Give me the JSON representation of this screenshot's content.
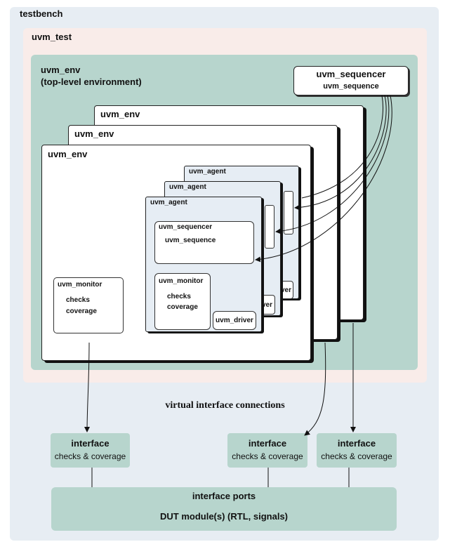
{
  "testbench": {
    "label": "testbench"
  },
  "uvm_test": {
    "label": "uvm_test"
  },
  "top_env": {
    "title": "uvm_env",
    "subtitle": "(top-level environment)"
  },
  "top_sequencer": {
    "title": "uvm_sequencer",
    "sequence": "uvm_sequence"
  },
  "envs": {
    "back": "uvm_env",
    "middle": "uvm_env",
    "front": "uvm_env"
  },
  "agents": {
    "back": "uvm_agent",
    "middle": "uvm_agent",
    "front": "uvm_agent"
  },
  "agent_sequencer": {
    "title": "uvm_sequencer",
    "sequence": "uvm_sequence"
  },
  "agent_monitor": {
    "title": "uvm_monitor",
    "checks": "checks",
    "coverage": "coverage"
  },
  "agent_driver": {
    "label": "uvm_driver",
    "back_fragment": "ver",
    "middle_fragment": "ver"
  },
  "env_monitor": {
    "title": "uvm_monitor",
    "checks": "checks",
    "coverage": "coverage"
  },
  "virtual_interface_label": "virtual interface connections",
  "interfaces": [
    {
      "title": "interface",
      "desc": "checks & coverage"
    },
    {
      "title": "interface",
      "desc": "checks & coverage"
    },
    {
      "title": "interface",
      "desc": "checks & coverage"
    }
  ],
  "ports": {
    "title": "interface ports",
    "dut": "DUT module(s) (RTL, signals)"
  }
}
